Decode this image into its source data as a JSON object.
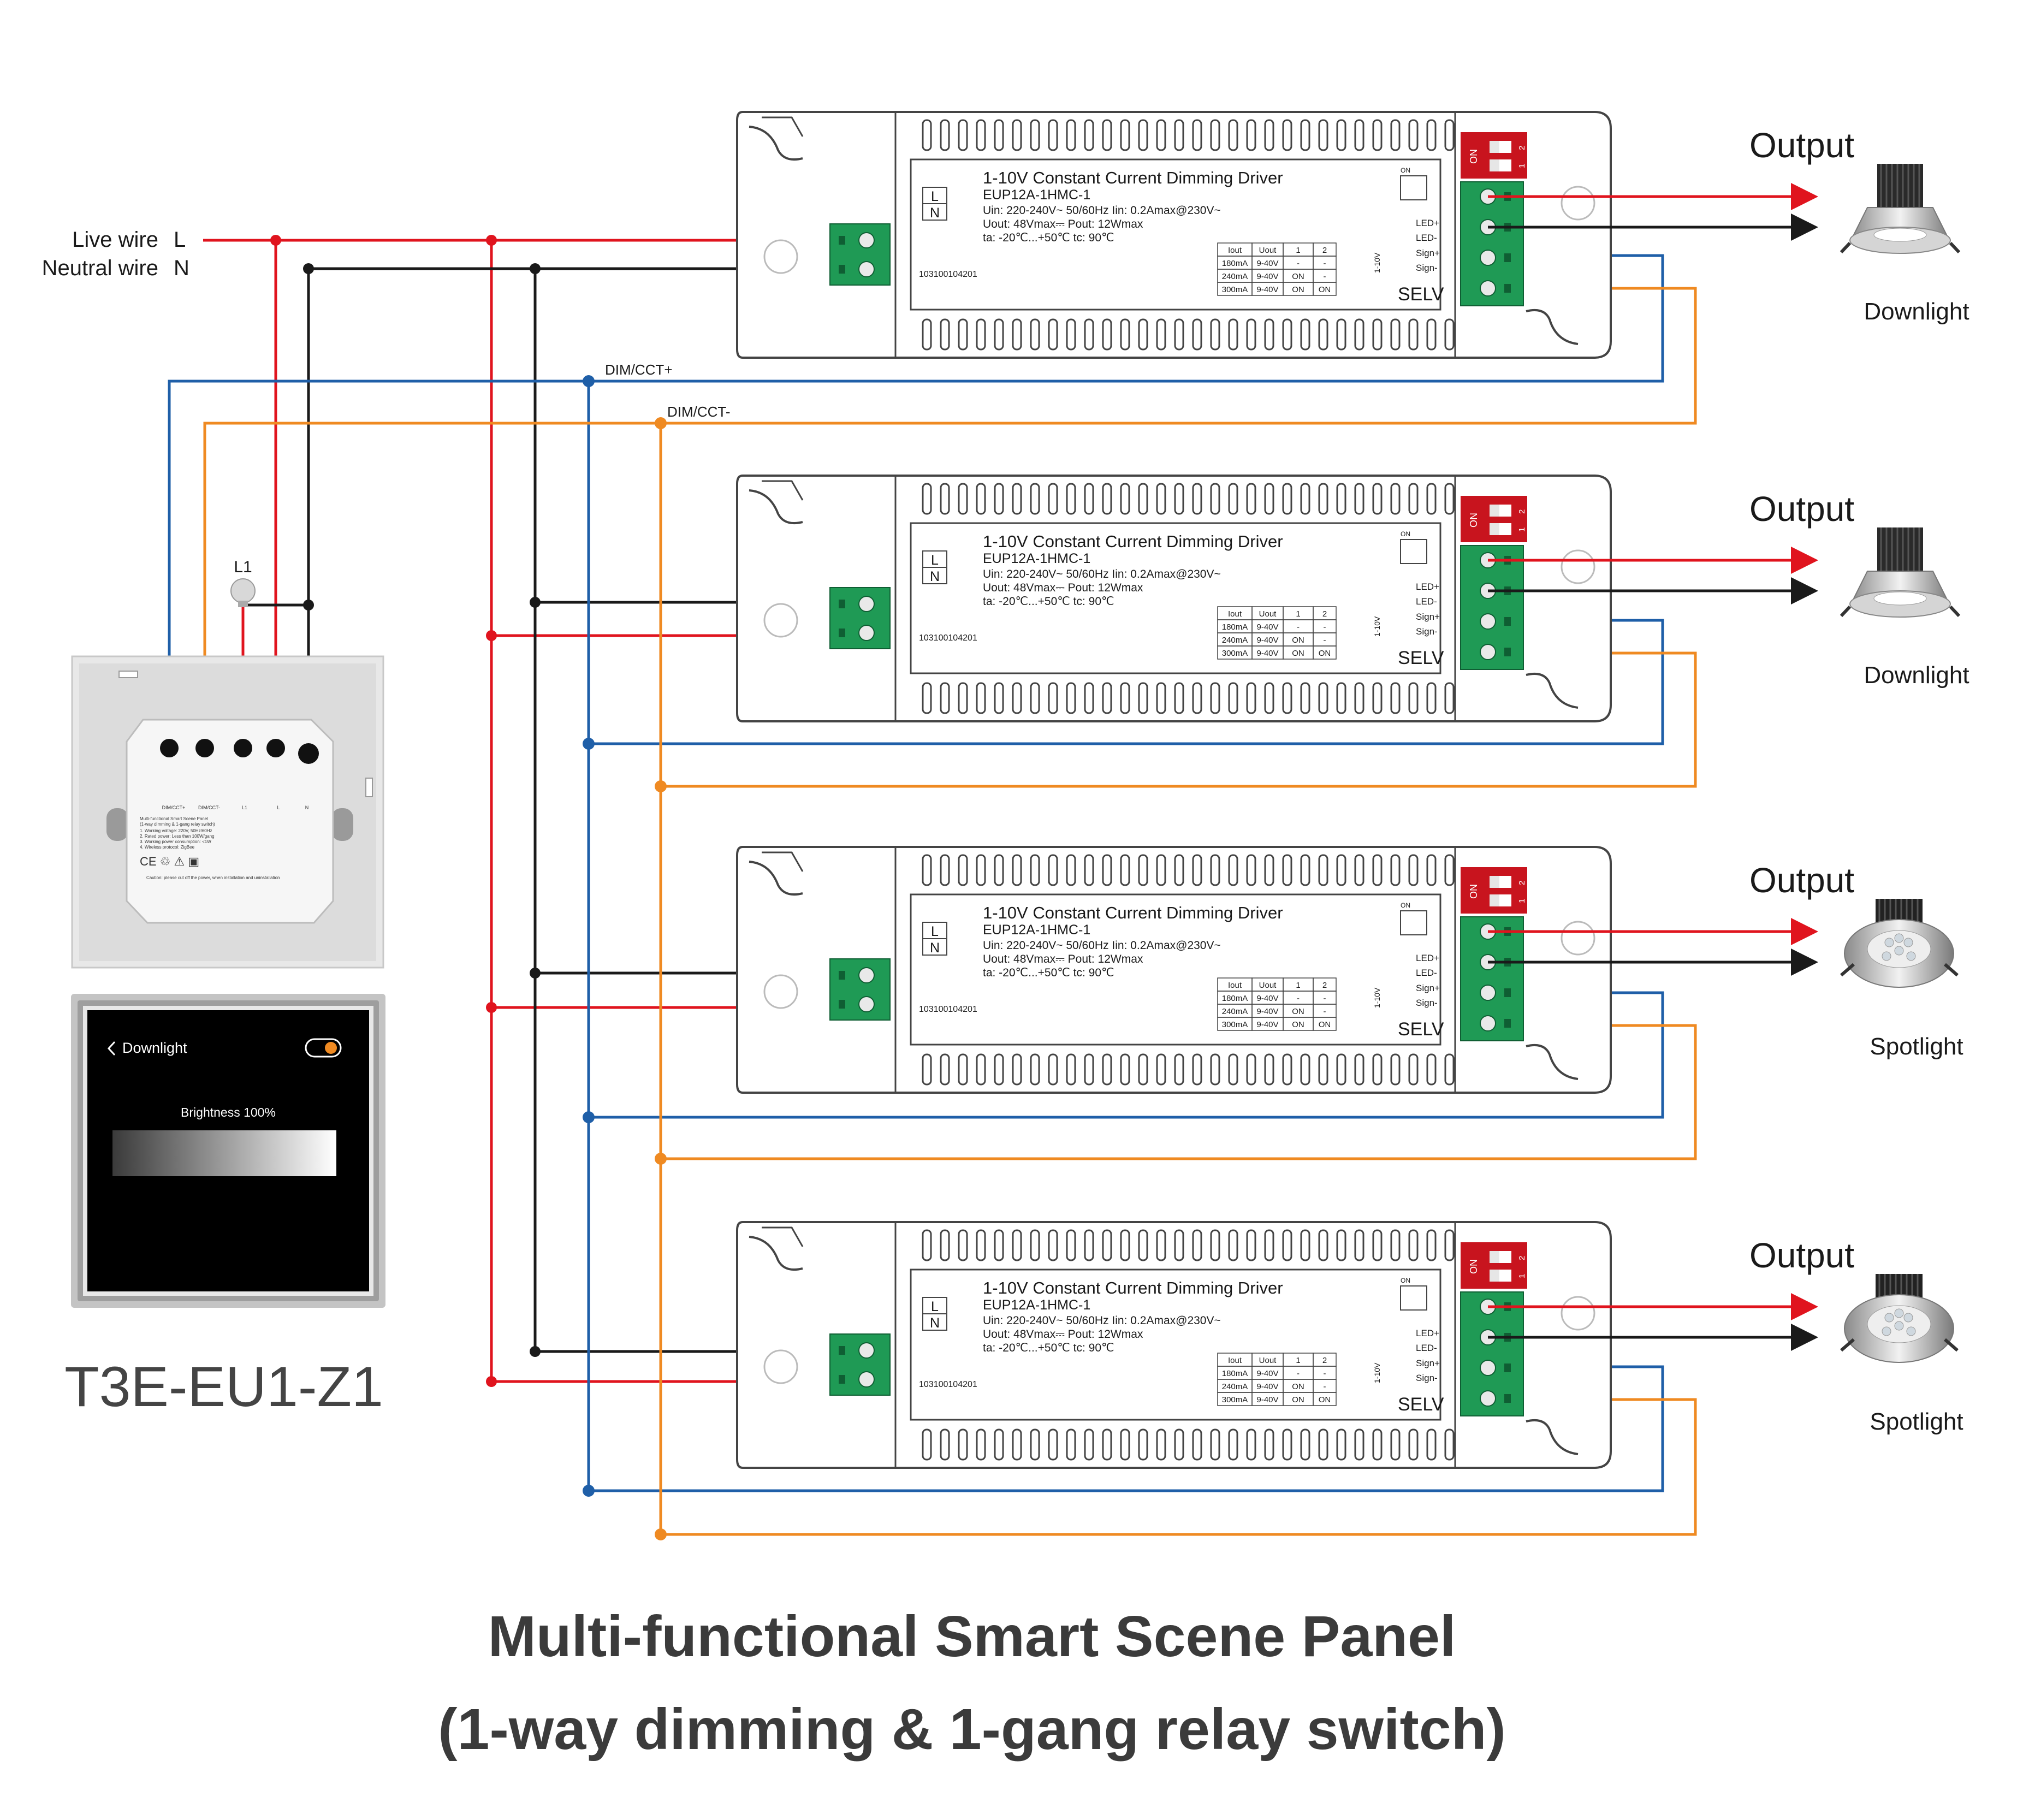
{
  "colors": {
    "live": "#e0141e",
    "neutral": "#1a1a1a",
    "dim_plus": "#1f5fa8",
    "dim_minus": "#ef8a22",
    "terminal": "#1f9a55",
    "dip_switch": "#c8141e",
    "driver_outline": "#444444",
    "panel_gray": "#c9c9c9",
    "screen_bg": "#000000"
  },
  "mains": {
    "live_label": "Live wire",
    "live_letter": "L",
    "neutral_label": "Neutral wire",
    "neutral_letter": "N"
  },
  "bus_labels": {
    "dim_plus": "DIM/CCT+",
    "dim_minus": "DIM/CCT-"
  },
  "lamp": {
    "label": "L1"
  },
  "panel": {
    "model": "T3E-EU1-Z1",
    "terminal_labels": [
      "DIM/CCT+",
      "DIM/CCT-",
      "L1",
      "L",
      "N"
    ],
    "back_title": "Multi-functional Smart Scene Panel",
    "back_subtitle": "(1-way dimming & 1-gang relay switch)",
    "back_specs": [
      "1. Working voltage: 220V, 50Hz/60Hz",
      "2. Rated power: Less than 100W/gang",
      "3. Working power consumption: <1W",
      "4. Wireless protocol: ZigBee"
    ],
    "back_warning": "Caution: please cut off the power, when installation and uninstallation",
    "screen": {
      "back_icon": "chevron-left-icon",
      "title": "Downlight",
      "brightness_label": "Brightness 100%",
      "toggle_on": true
    }
  },
  "driver": {
    "title": "1-10V Constant Current Dimming Driver",
    "model": "EUP12A-1HMC-1",
    "spec_line1": "Uin: 220-240V~  50/60Hz   Iin: 0.2Amax@230V~",
    "spec_line2": "Uout: 48Vmax⎓     Pout: 12Wmax",
    "spec_line3": "ta: -20℃...+50℃      tc: 90℃",
    "serial": "103100104201",
    "input_letters": [
      "L",
      "N"
    ],
    "selv": "SELV",
    "dim_side": "1-10V",
    "output_terminals": [
      "LED+",
      "LED-",
      "Sign+",
      "Sign-"
    ],
    "dip_switch": {
      "on_label": "ON",
      "positions": [
        "1",
        "2"
      ]
    },
    "current_table": {
      "headers": [
        "Iout",
        "Uout",
        "1",
        "2"
      ],
      "rows": [
        [
          "180mA",
          "9-40V",
          "-",
          "-"
        ],
        [
          "240mA",
          "9-40V",
          "ON",
          "-"
        ],
        [
          "300mA",
          "9-40V",
          "ON",
          "ON"
        ]
      ]
    }
  },
  "outputs": [
    {
      "heading": "Output",
      "label": "Downlight",
      "icon": "downlight-icon"
    },
    {
      "heading": "Output",
      "label": "Downlight",
      "icon": "downlight-icon"
    },
    {
      "heading": "Output",
      "label": "Spotlight",
      "icon": "spotlight-icon"
    },
    {
      "heading": "Output",
      "label": "Spotlight",
      "icon": "spotlight-icon"
    }
  ],
  "footer": {
    "title": "Multi-functional Smart Scene Panel",
    "subtitle": "(1-way dimming & 1-gang relay switch)"
  }
}
